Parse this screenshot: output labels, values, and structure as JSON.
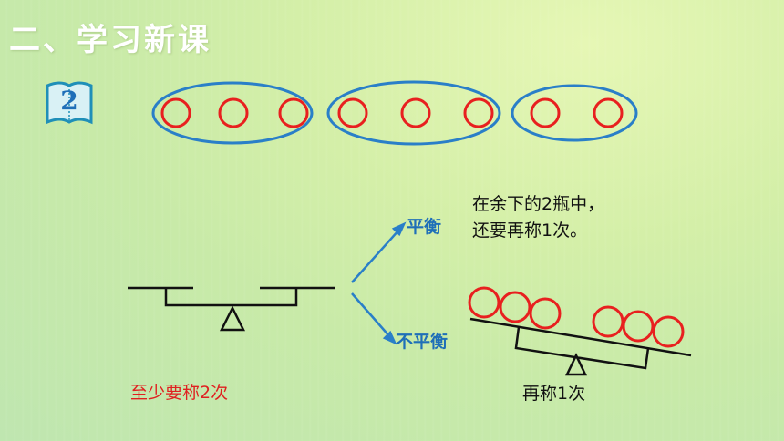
{
  "heading": "二、学习新课",
  "example_number": "2",
  "branch_balanced_label": "平衡",
  "branch_unbalanced_label": "不平衡",
  "balanced_note_line1": "在余下的2瓶中，",
  "balanced_note_line2": "还要再称1次。",
  "unbalanced_note": "再称1次",
  "conclusion": "至少要称2次",
  "colors": {
    "circle": "#e8201f",
    "ellipse": "#2a7fc8",
    "arrow": "#2a7fc8",
    "label_blue": "#1f6fb8",
    "conclusion_red": "#e02020"
  },
  "groups": [
    {
      "count": 3
    },
    {
      "count": 3
    },
    {
      "count": 2
    }
  ]
}
